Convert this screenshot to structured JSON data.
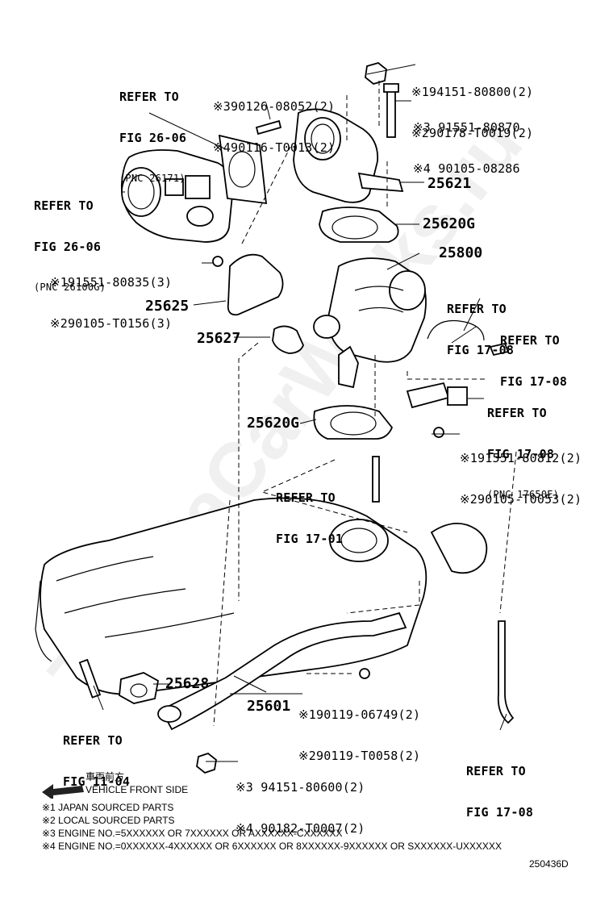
{
  "refs": {
    "fig2606a": {
      "line1": "REFER TO",
      "line2": "FIG 26-06",
      "line3": "(PNC 26171)"
    },
    "fig2606b": {
      "line1": "REFER TO",
      "line2": "FIG 26-06",
      "line3": "(PNC 26100G)"
    },
    "fig1708a": {
      "line1": "REFER TO",
      "line2": "FIG 17-08"
    },
    "fig1708b": {
      "line1": "REFER TO",
      "line2": "FIG 17-08"
    },
    "fig1708c": {
      "line1": "REFER TO",
      "line2": "FIG 17-08",
      "line3": "(PNC 17650E)"
    },
    "fig1701": {
      "line1": "REFER TO",
      "line2": "FIG 17-01"
    },
    "fig1104": {
      "line1": "REFER TO",
      "line2": "FIG 11-04"
    },
    "fig1708d": {
      "line1": "REFER TO",
      "line2": "FIG 17-08"
    }
  },
  "callouts": {
    "c_90126": {
      "line1": "※390126-08052(2)",
      "line2": "※490116-T0013(2)"
    },
    "c_94151": {
      "line1": "※194151-80800(2)",
      "line2": "※290178-T0019(2)"
    },
    "c_91551a": {
      "line1": "※3 91551-80870",
      "line2": "※4 90105-08286"
    },
    "c_91551b": {
      "line1": "※191551-80835(3)",
      "line2": "※290105-T0156(3)"
    },
    "c_91551c": {
      "line1": "※191551-80812(2)",
      "line2": "※290105-T0053(2)"
    },
    "c_90119": {
      "line1": "※190119-06749(2)",
      "line2": "※290119-T0058(2)"
    },
    "c_94151b": {
      "line1": "※3 94151-80600(2)",
      "line2": "※4 90182-T0007(2)"
    }
  },
  "parts": {
    "p25621": "25621",
    "p25620g_top": "25620G",
    "p25800": "25800",
    "p25625": "25625",
    "p25627": "25627",
    "p25620g_bot": "25620G",
    "p25628": "25628",
    "p25601": "25601"
  },
  "legend": {
    "front_jp": "車両前方",
    "front_en": "VEHICLE FRONT SIDE",
    "n1": "※1 JAPAN SOURCED PARTS",
    "n2": "※2 LOCAL SOURCED PARTS",
    "n3": "※3 ENGINE NO.=5XXXXXX OR 7XXXXXX OR AXXXXXX-CXXXXXX",
    "n4": "※4 ENGINE NO.=0XXXXXX-4XXXXXX OR 6XXXXXX OR 8XXXXXX-9XXXXXX OR SXXXXXX-UXXXXXX",
    "drawing_no": "250436D"
  },
  "watermark": "ToyotaCarWorks.ru"
}
